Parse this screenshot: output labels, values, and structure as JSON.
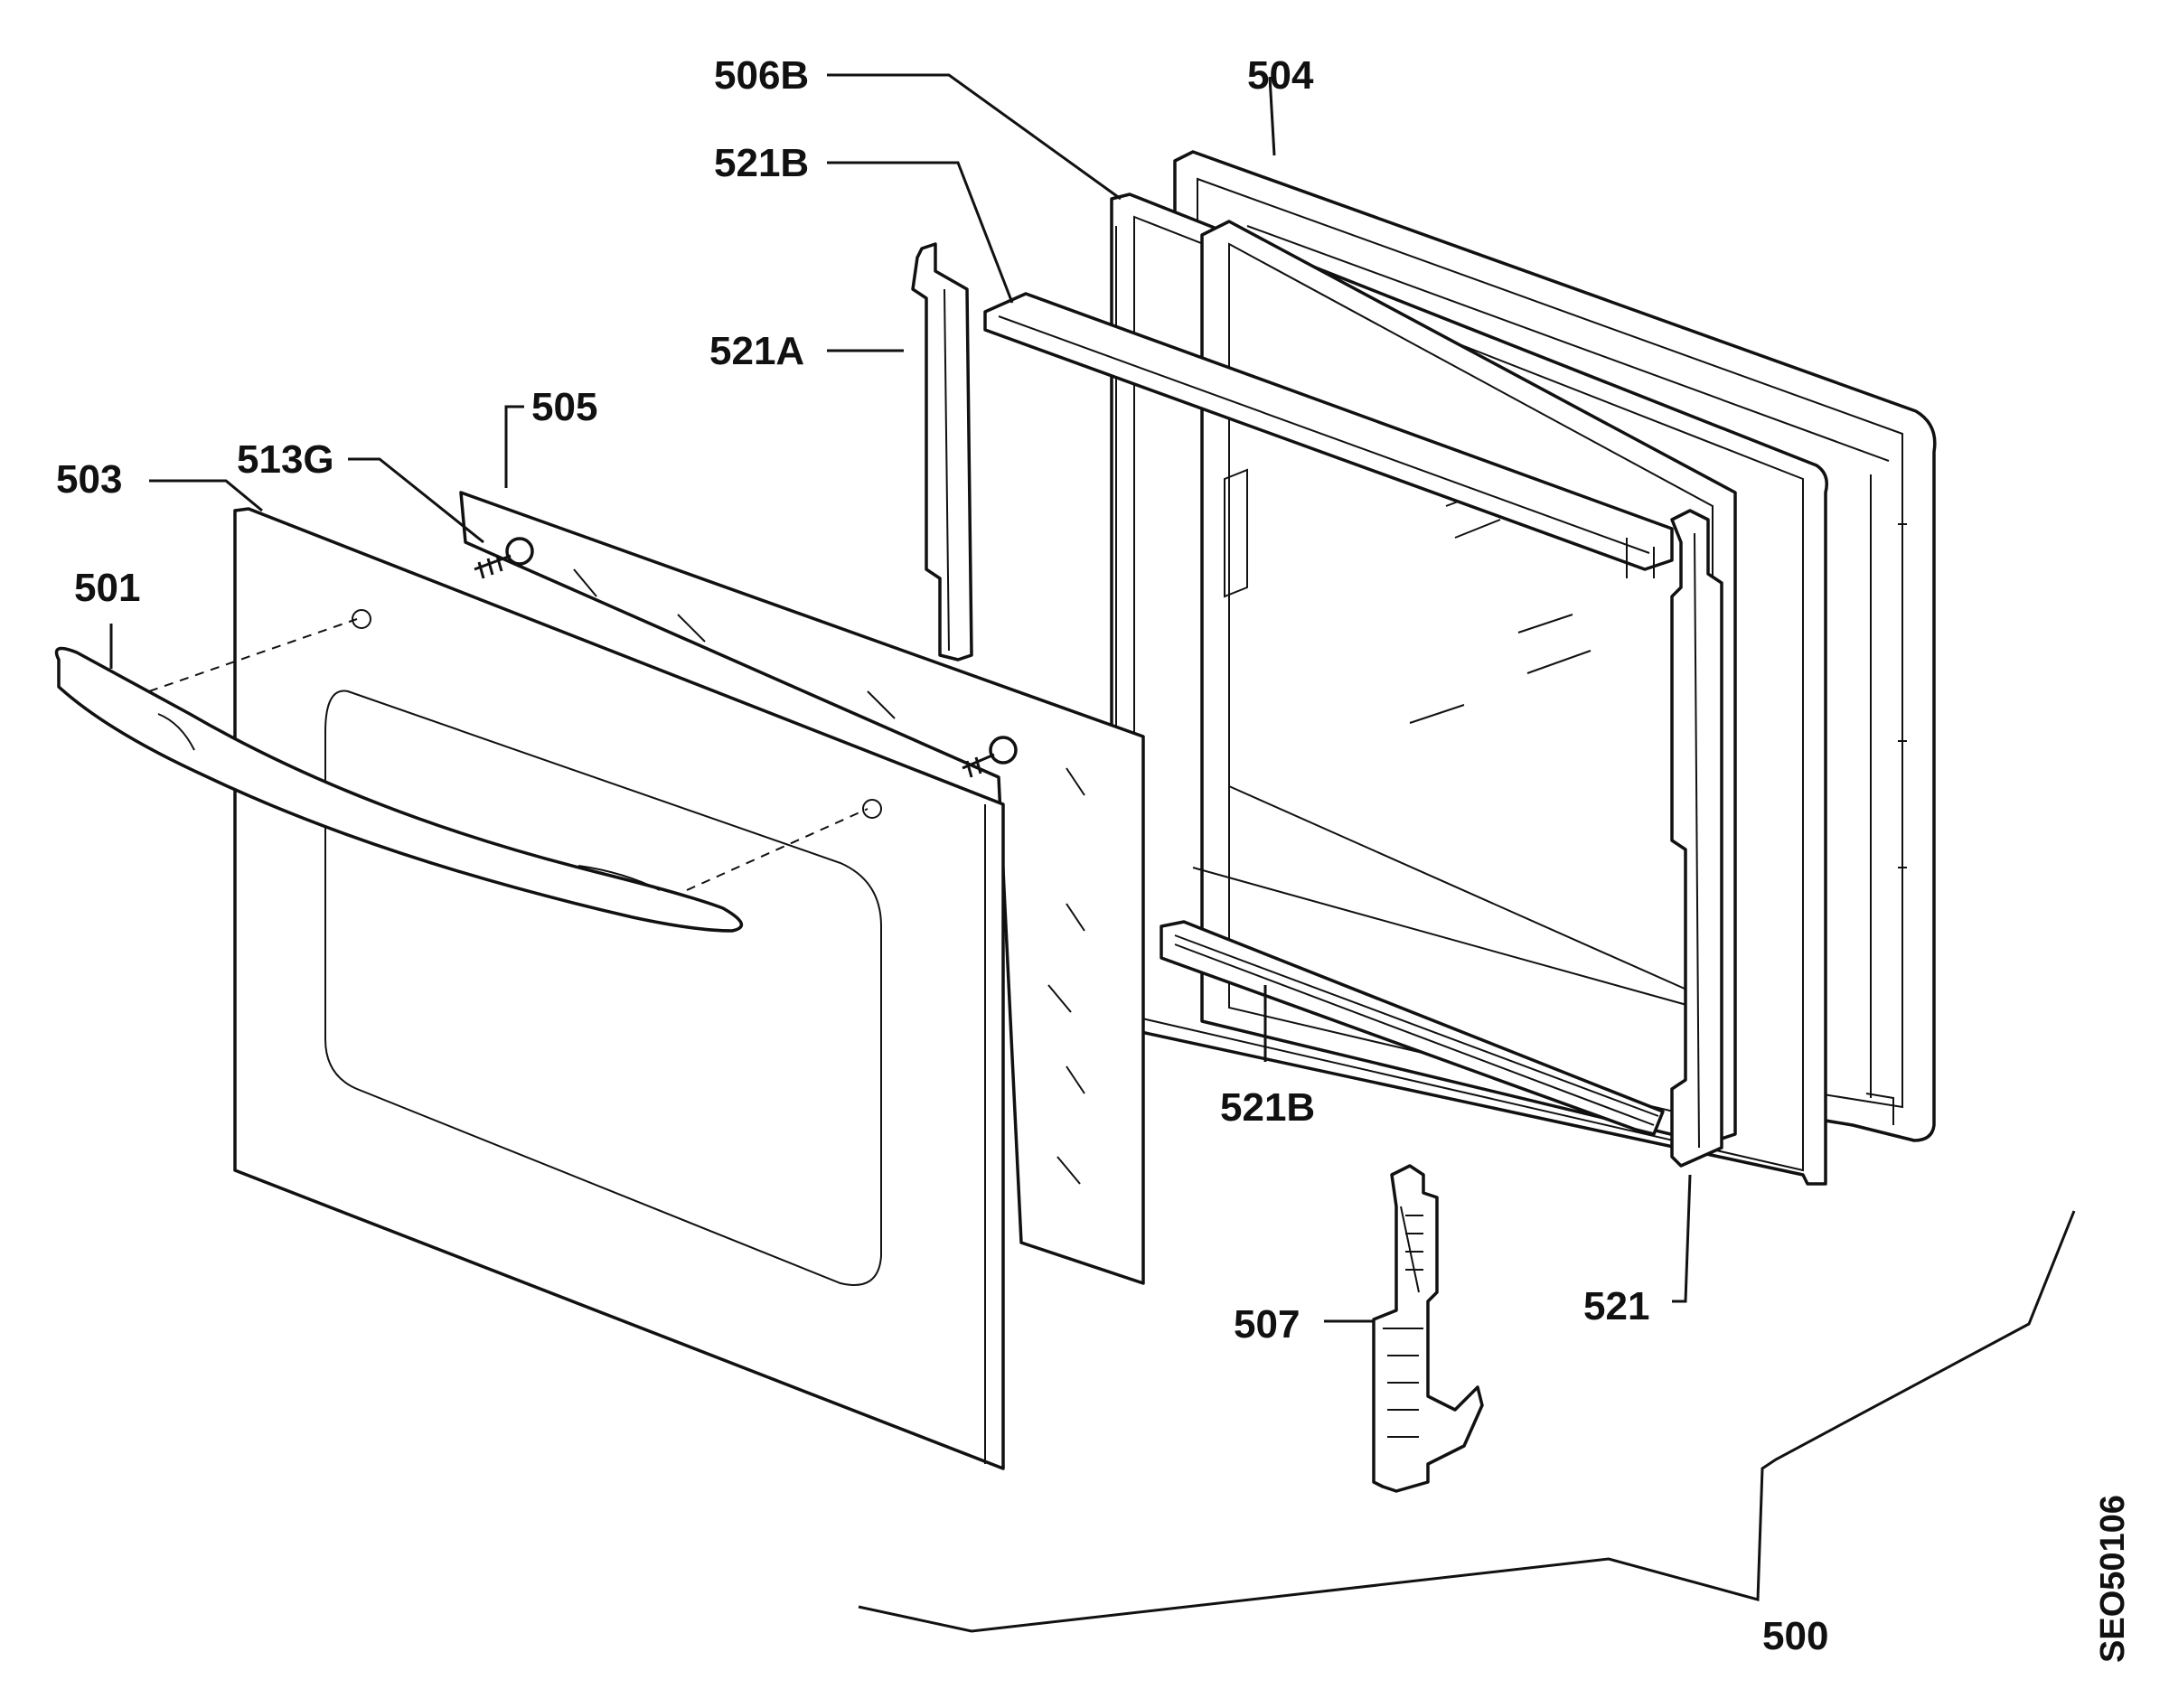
{
  "labels": {
    "p506B": "506B",
    "p504": "504",
    "p521B_top": "521B",
    "p521A": "521A",
    "p505": "505",
    "p503": "503",
    "p513G": "513G",
    "p501": "501",
    "p521B_bottom": "521B",
    "p521": "521",
    "p507": "507",
    "p500": "500"
  },
  "drawing_code": "SEO50106"
}
